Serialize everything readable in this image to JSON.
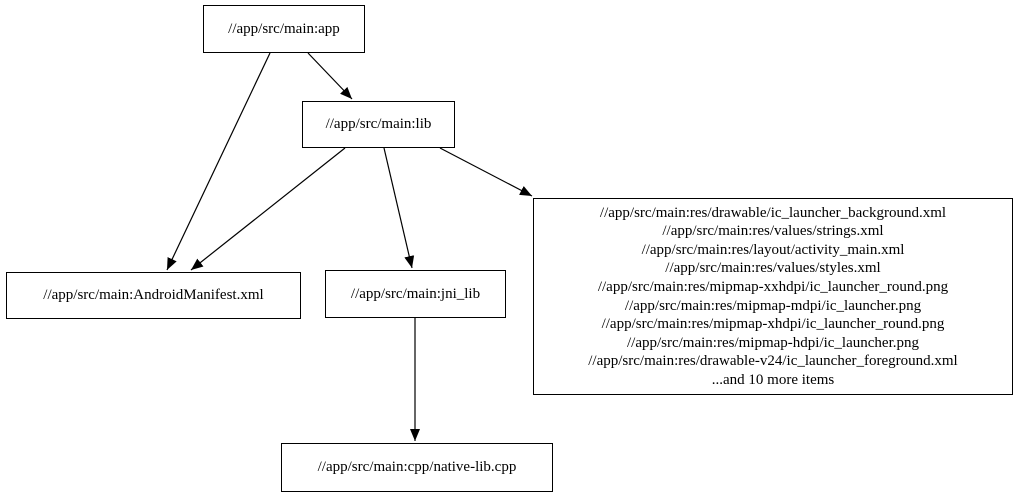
{
  "diagram": {
    "type": "dependency-graph",
    "background_color": "#ffffff",
    "node_border_color": "#000000",
    "edge_color": "#000000",
    "text_color": "#000000"
  },
  "nodes": {
    "app": {
      "label": "//app/src/main:app"
    },
    "lib": {
      "label": "//app/src/main:lib"
    },
    "manifest": {
      "label": "//app/src/main:AndroidManifest.xml"
    },
    "jni_lib": {
      "label": "//app/src/main:jni_lib"
    },
    "native_lib": {
      "label": "//app/src/main:cpp/native-lib.cpp"
    },
    "res": {
      "lines": [
        "//app/src/main:res/drawable/ic_launcher_background.xml",
        "//app/src/main:res/values/strings.xml",
        "//app/src/main:res/layout/activity_main.xml",
        "//app/src/main:res/values/styles.xml",
        "//app/src/main:res/mipmap-xxhdpi/ic_launcher_round.png",
        "//app/src/main:res/mipmap-mdpi/ic_launcher.png",
        "//app/src/main:res/mipmap-xhdpi/ic_launcher_round.png",
        "//app/src/main:res/mipmap-hdpi/ic_launcher.png",
        "//app/src/main:res/drawable-v24/ic_launcher_foreground.xml",
        "...and 10 more items"
      ]
    }
  },
  "edges": [
    {
      "from": "app",
      "to": "lib"
    },
    {
      "from": "app",
      "to": "manifest"
    },
    {
      "from": "lib",
      "to": "manifest"
    },
    {
      "from": "lib",
      "to": "jni_lib"
    },
    {
      "from": "lib",
      "to": "res"
    },
    {
      "from": "jni_lib",
      "to": "native_lib"
    }
  ]
}
